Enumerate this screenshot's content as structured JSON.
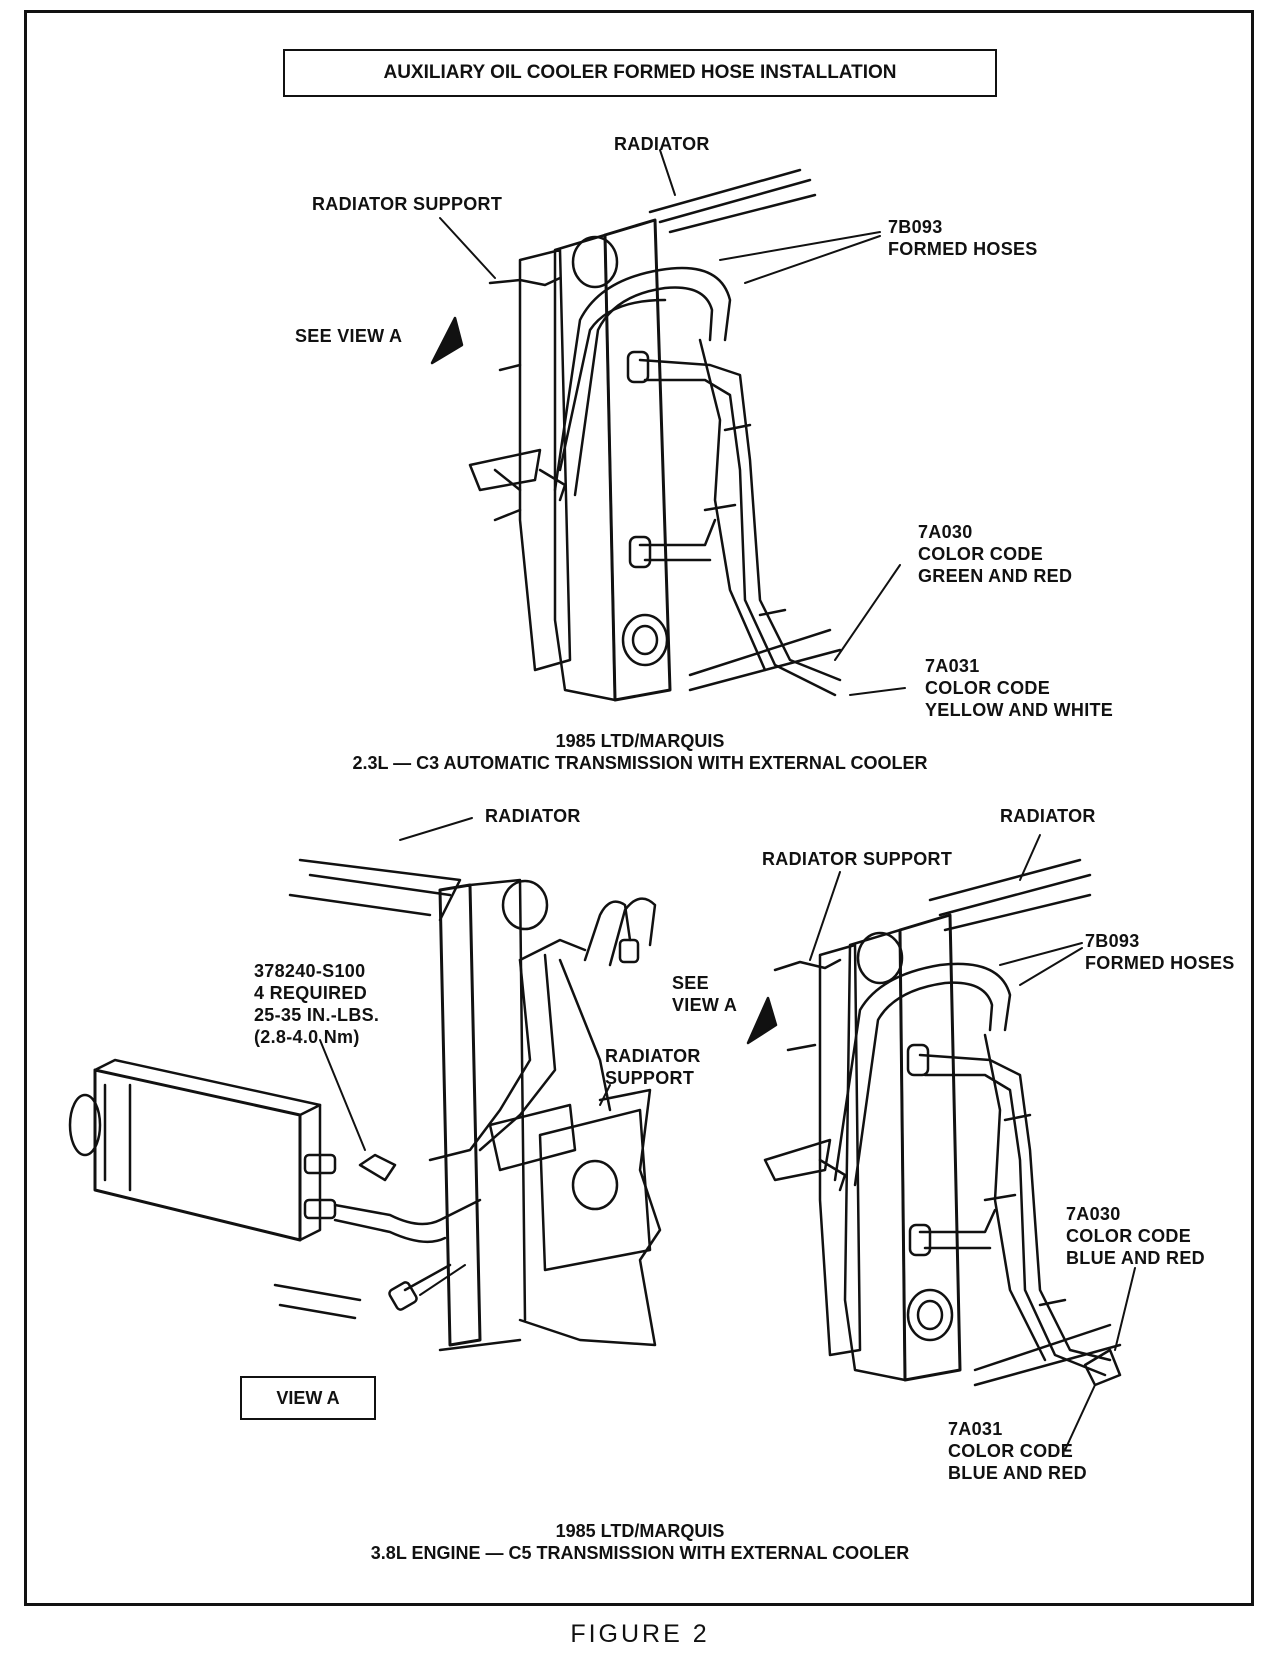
{
  "title": "AUXILIARY OIL COOLER FORMED HOSE INSTALLATION",
  "top_diagram": {
    "radiator": "RADIATOR",
    "radiator_support": "RADIATOR SUPPORT",
    "hoses": [
      "7B093",
      "FORMED HOSES"
    ],
    "see_view": "SEE VIEW A",
    "part_7a030": [
      "7A030",
      "COLOR CODE",
      "GREEN AND RED"
    ],
    "part_7a031": [
      "7A031",
      "COLOR CODE",
      "YELLOW AND WHITE"
    ],
    "caption": [
      "1985 LTD/MARQUIS",
      "2.3L — C3 AUTOMATIC TRANSMISSION WITH EXTERNAL COOLER"
    ]
  },
  "view_a": {
    "radiator": "RADIATOR",
    "bolt": [
      "378240-S100",
      "4 REQUIRED",
      "25-35 IN.-LBS.",
      "(2.8-4.0 Nm)"
    ],
    "radiator_support": [
      "RADIATOR",
      "SUPPORT"
    ],
    "label": "VIEW A"
  },
  "bottom_right_diagram": {
    "radiator": "RADIATOR",
    "radiator_support": "RADIATOR SUPPORT",
    "see_view": [
      "SEE",
      "VIEW A"
    ],
    "hoses": [
      "7B093",
      "FORMED HOSES"
    ],
    "part_7a030": [
      "7A030",
      "COLOR CODE",
      "BLUE AND RED"
    ],
    "part_7a031": [
      "7A031",
      "COLOR CODE",
      "BLUE AND RED"
    ]
  },
  "bottom_caption": [
    "1985 LTD/MARQUIS",
    "3.8L ENGINE — C5 TRANSMISSION WITH EXTERNAL COOLER"
  ],
  "figure_label": "FIGURE 2"
}
